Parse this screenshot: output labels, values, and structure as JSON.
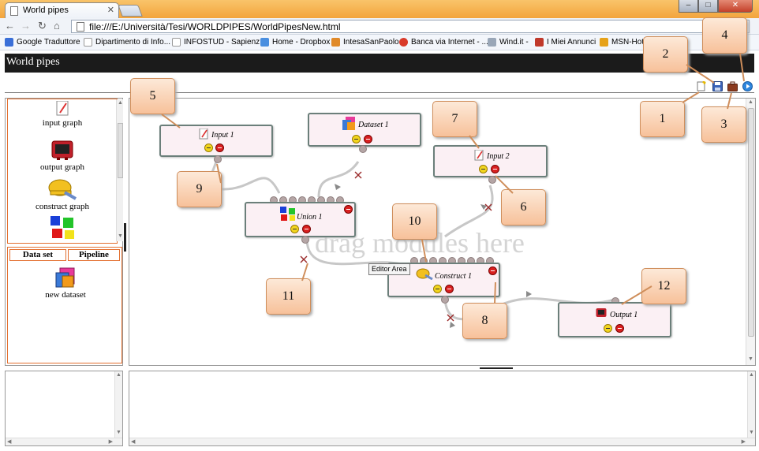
{
  "browser": {
    "tab_title": "World pipes",
    "url": "file:///E:/Università/Tesi/WORLDPIPES/WorldPipesNew.html",
    "bookmarks": [
      {
        "label": "Google Traduttore",
        "color": "#3a6fd8"
      },
      {
        "label": "Dipartimento di Info...",
        "color": "#cccccc"
      },
      {
        "label": "INFOSTUD - Sapienz...",
        "color": "#cccccc"
      },
      {
        "label": "Home - Dropbox",
        "color": "#4a8fe0"
      },
      {
        "label": "IntesaSanPaolo",
        "color": "#e08a2a"
      },
      {
        "label": "Banca via Internet - ...",
        "color": "#d93a2a"
      },
      {
        "label": "Wind.it -",
        "color": "#9aa7b8"
      },
      {
        "label": "I Miei Annunci",
        "color": "#c0392b"
      },
      {
        "label": "MSN-Hot",
        "color": "#e6a21a"
      }
    ]
  },
  "app": {
    "title": "World pipes",
    "drag_hint": "drag modules here",
    "tooltip": "Editor Area"
  },
  "palette": {
    "items": [
      {
        "label": "input graph"
      },
      {
        "label": "output graph"
      },
      {
        "label": "construct graph"
      }
    ],
    "tabs": [
      "Data set",
      "Pipeline"
    ],
    "dataset_item": "new dataset"
  },
  "modules": [
    {
      "title": "Input 1"
    },
    {
      "title": "Dataset 1"
    },
    {
      "title": "Input 2"
    },
    {
      "title": "Union 1"
    },
    {
      "title": "Construct 1"
    },
    {
      "title": "Output 1"
    }
  ],
  "callouts": [
    "1",
    "2",
    "3",
    "4",
    "5",
    "6",
    "7",
    "8",
    "9",
    "10",
    "11",
    "12"
  ],
  "toolbar_icons": [
    "new-file-icon",
    "save-icon",
    "briefcase-icon",
    "run-icon"
  ],
  "colors": {
    "header_bg": "#1b1b1b",
    "callout": "#f7c19a",
    "module_bg": "#fbf0f4",
    "panel_border": "#e36f2f"
  }
}
